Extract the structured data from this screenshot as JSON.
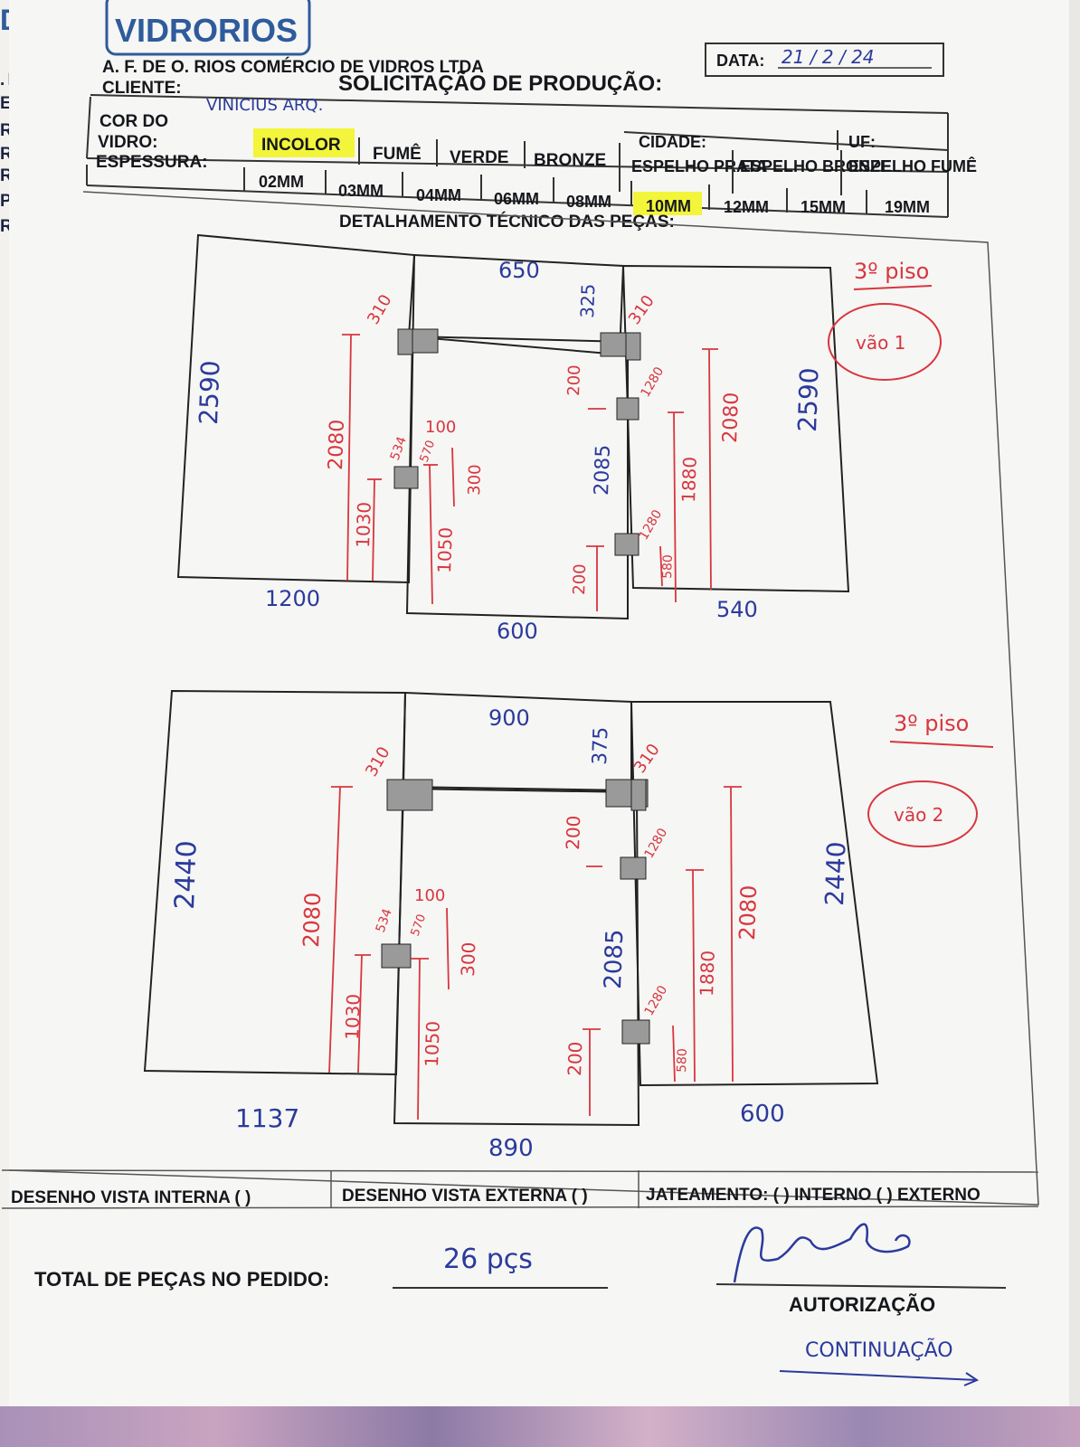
{
  "edge": {
    "logo": "DR",
    "lines": [
      ". DE (",
      "ENTE",
      "R DO",
      "RO:",
      "RVIÇ",
      "PES:",
      "R P"
    ]
  },
  "header": {
    "logo": "VIDRORIOS",
    "date_label": "DATA:",
    "date_value": "21 / 2 / 24",
    "title": "SOLICITAÇÃO DE PRODUÇÃO:",
    "company": "A. F. DE O. RIOS COMÉRCIO DE VIDROS LTDA",
    "client_label": "CLIENTE:",
    "client_value": "VINICIUS ARQ.",
    "glass_color_label_1": "COR DO",
    "glass_color_label_2": "VIDRO:",
    "city_label": "CIDADE:",
    "uf_label": "UF:",
    "thickness_label": "ESPESSURA:",
    "section_title": "DETALHAMENTO TÉCNICO DAS PEÇAS:"
  },
  "glass_colors": [
    "INCOLOR",
    "FUMÊ",
    "VERDE",
    "BRONZE",
    "ESPELHO PRATA",
    "ESPELHO BRONZE",
    "ESPELHO FUMÊ"
  ],
  "selected_color": "INCOLOR",
  "thicknesses": [
    "02MM",
    "03MM",
    "04MM",
    "06MM",
    "08MM",
    "10MM",
    "12MM",
    "15MM",
    "19MM"
  ],
  "selected_thickness": "10MM",
  "highlight_color": "#f2f53a",
  "drawing1": {
    "floor": "3º piso",
    "span": "vão 1",
    "top_width": "650",
    "left_height": "2590",
    "right_height": "2590",
    "bottom_left": "1200",
    "bottom_center": "600",
    "bottom_right": "540",
    "top_gap": "325",
    "left_corner": "310",
    "right_corner": "310",
    "red_left_tall": "2080",
    "red_left_short": "1030",
    "red_center_left": "1050",
    "red_center_right": "2085",
    "red_right_inner": "1880",
    "red_right_tall": "2080",
    "small_200_top": "200",
    "small_200_bottom": "200",
    "small_1280_top": "1280",
    "small_1280_bottom": "1280",
    "small_580": "580",
    "small_534": "534",
    "small_570": "570",
    "small_100": "100",
    "small_300": "300"
  },
  "drawing2": {
    "floor": "3º piso",
    "span": "vão 2",
    "top_width": "900",
    "left_height": "2440",
    "right_height": "2440",
    "bottom_left": "1137",
    "bottom_center": "890",
    "bottom_right": "600",
    "top_gap": "375",
    "left_corner": "310",
    "right_corner": "310",
    "red_left_tall": "2080",
    "red_left_short": "1030",
    "red_center_left": "1050",
    "red_center_right": "2085",
    "red_right_inner": "1880",
    "red_right_tall": "2080",
    "small_200_top": "200",
    "small_200_bottom": "200",
    "small_1280_top": "1280",
    "small_1280_bottom": "1280",
    "small_580": "580",
    "small_534": "534",
    "small_570": "570",
    "small_100": "100",
    "small_300": "300"
  },
  "footer": {
    "internal_view": "DESENHO VISTA INTERNA ( )",
    "external_view": "DESENHO VISTA EXTERNA ( )",
    "sandblast": "JATEAMENTO: ( ) INTERNO ( ) EXTERNO",
    "total_label": "TOTAL DE PEÇAS NO PEDIDO:",
    "total_value": "26 pçs",
    "authorization": "AUTORIZAÇÃO",
    "continuation": "CONTINUAÇÃO"
  }
}
